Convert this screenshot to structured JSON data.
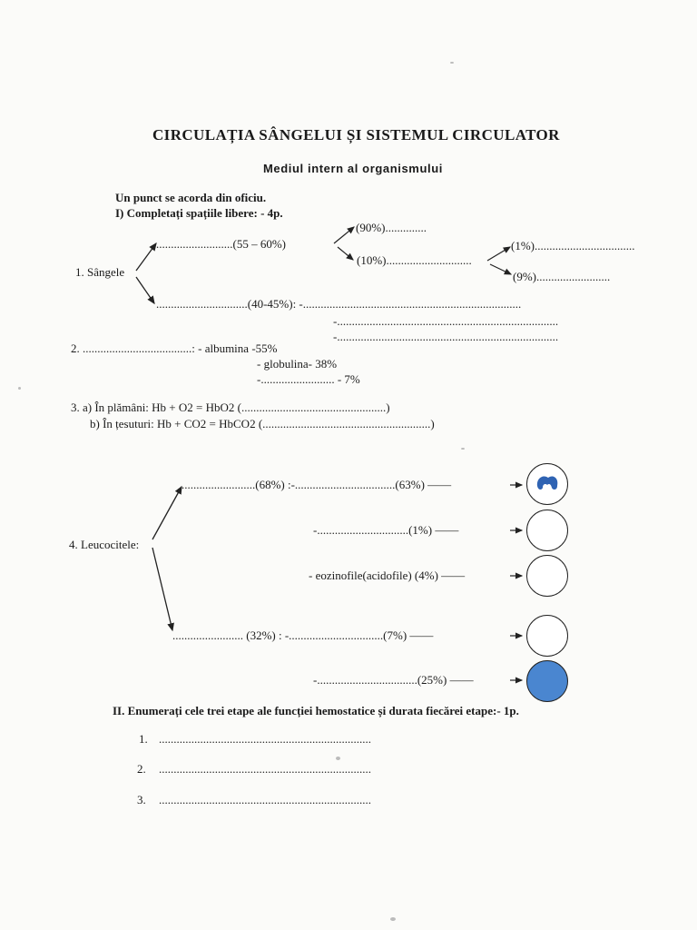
{
  "header": {
    "title": "CIRCULAȚIA SÂNGELUI ȘI SISTEMUL CIRCULATOR",
    "subtitle": "Mediul intern al organismului"
  },
  "intro": {
    "line1": "Un punct se acorda din oficiu.",
    "line2": "I)  Completați  spațiile  libere: - 4p."
  },
  "q1": {
    "label": "1. Sângele",
    "upper_branch": "..........................(55 – 60%)",
    "p90": "(90%)..............",
    "p10": "(10%).............................",
    "p1": "(1%)..................................",
    "p9": "(9%).........................",
    "lower_branch": "...............................(40-45%): -..........................................................................",
    "lower_line2": "-...........................................................................",
    "lower_line3": "-..........................................................................."
  },
  "q2": {
    "label": "2. .....................................: - albumina -55%",
    "line2": "- globulina- 38%",
    "line3": "-......................... - 7%"
  },
  "q3": {
    "a": "3.   a) În plămâni:  Hb + O2 = HbO2 (.................................................)",
    "b": "b) În țesuturi:  Hb + CO2 = HbCO2 (.........................................................)"
  },
  "q4": {
    "label": "4. Leucocitele:",
    "upper": ".........................(68%) :-..................................(63%) ——",
    "row2": "-...............................(1%) ——",
    "row3": "- eozinofile(acidofile)  (4%) ——",
    "lower": "........................ (32%) : -................................(7%) ——",
    "row5": "-..................................(25%) ——"
  },
  "section2": {
    "heading": "II. Enumerați cele trei etape ale funcției hemostatice și durata fiecărei etape:- 1p.",
    "items": [
      "1.",
      "2.",
      "3."
    ],
    "dots": "........................................................................"
  },
  "colors": {
    "ink": "#1a1a1a",
    "paper": "#fbfbf9",
    "cell_blue": "#4a86d0",
    "nucleus_blue": "#2f63b3"
  }
}
